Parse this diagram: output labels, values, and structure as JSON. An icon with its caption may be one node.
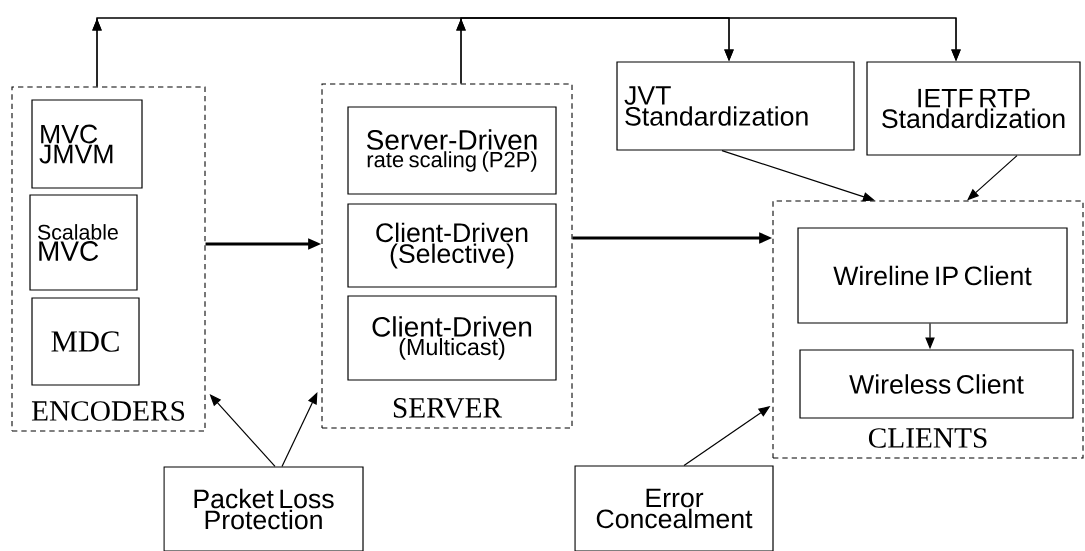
{
  "diagram": {
    "nodes": [
      {
        "text": [
          "ENCODERS"
        ]
      },
      {
        "text": [
          "MVC JMVM"
        ],
        "in": 0
      },
      {
        "text": [
          "Scalable",
          "MVC"
        ],
        "in": 0
      },
      {
        "text": [
          "MDC"
        ],
        "in": 0
      },
      {
        "text": [
          "SERVER"
        ]
      },
      {
        "text": [
          "Server-Driven",
          "rate scaling (P2P)"
        ],
        "in": 4
      },
      {
        "text": [
          "Client-Driven (Selective)"
        ],
        "in": 4
      },
      {
        "text": [
          "Client-Driven",
          "(Multicast)"
        ],
        "in": 4
      },
      {
        "text": [
          "JVT Standardization"
        ]
      },
      {
        "text": [
          "IETF RTP Standardization"
        ]
      },
      {
        "text": [
          "CLIENTS"
        ]
      },
      {
        "text": [
          "Wireline IP Client"
        ],
        "in": 10
      },
      {
        "text": [
          "Wireless Client"
        ],
        "in": 10
      },
      {
        "text": [
          "Packet Loss Protection"
        ]
      },
      {
        "text": [
          "Error Concealment"
        ]
      }
    ],
    "edges": [
      {
        "from": 0,
        "to": 8,
        "arrow": "to"
      },
      {
        "from": 0,
        "to": 9,
        "arrow": "to"
      },
      {
        "from": 4,
        "to": 8,
        "arrow": "to"
      },
      {
        "from": 4,
        "to": 9,
        "arrow": "to"
      },
      {
        "from": 8,
        "to": 10,
        "arrow": "to"
      },
      {
        "from": 9,
        "to": 10,
        "arrow": "to"
      },
      {
        "from": 0,
        "to": 4,
        "arrow": "to",
        "style": "thick"
      },
      {
        "from": 4,
        "to": 10,
        "arrow": "to",
        "style": "thick"
      },
      {
        "from": 11,
        "to": 12,
        "arrow": "to"
      },
      {
        "from": 13,
        "to": 0,
        "arrow": "to"
      },
      {
        "from": 13,
        "to": 4,
        "arrow": "to"
      },
      {
        "from": 14,
        "to": 10,
        "arrow": "to"
      }
    ]
  }
}
